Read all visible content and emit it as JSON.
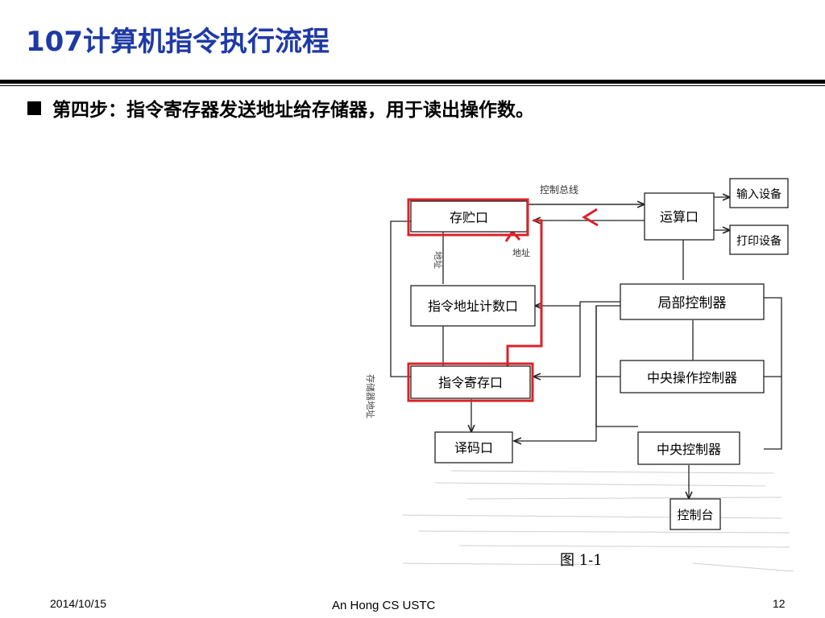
{
  "slide": {
    "title": "107计算机指令执行流程",
    "bullet": "第四步：指令寄存器发送地址给存储器，用于读出操作数。"
  },
  "figure": {
    "boxes": {
      "memory": "存贮口",
      "pc": "指令地址计数口",
      "ir": "指令寄存口",
      "decoder": "译码口",
      "ops": "运算口",
      "local_ctrl": "局部控制器",
      "central_op_ctrl": "中央操作控制器",
      "central_ctrl": "中央控制器",
      "console": "控制台",
      "input_dev": "输入设备",
      "print_dev": "打印设备"
    },
    "notes": {
      "top": "控制总线",
      "addr": "地址",
      "left_vertical": "存储器地址",
      "mid_vertical": "地址"
    },
    "caption": "图  1-1"
  },
  "footer": {
    "date": "2014/10/15",
    "center": "An Hong CS USTC",
    "page": "12"
  },
  "colors": {
    "title": "#1f3aa6",
    "highlight": "#d9232a"
  }
}
